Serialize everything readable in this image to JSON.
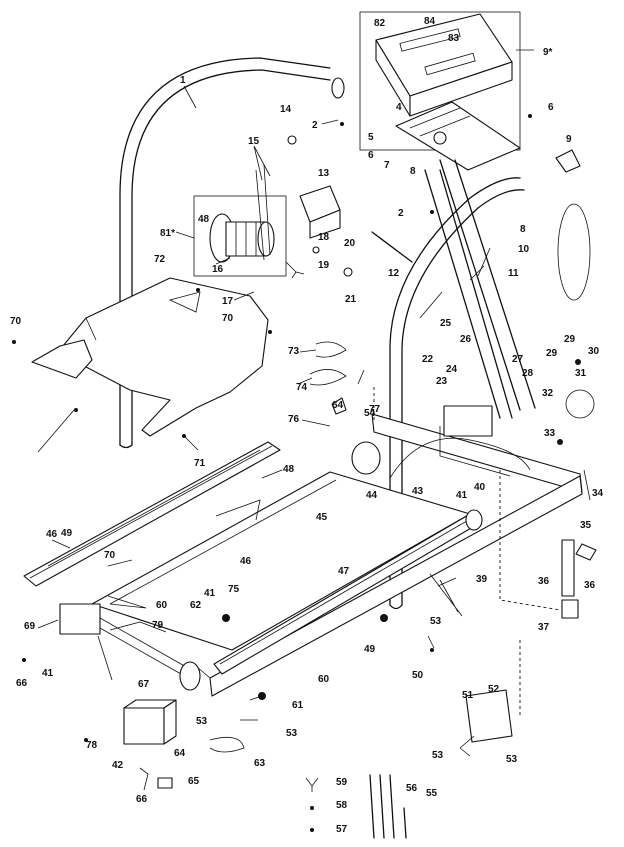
{
  "diagram": {
    "callouts": [
      "1",
      "2",
      "2",
      "4",
      "5",
      "6",
      "6",
      "7",
      "8",
      "8",
      "9",
      "9*",
      "10",
      "11",
      "12",
      "13",
      "14",
      "15",
      "16",
      "17",
      "18",
      "19",
      "20",
      "21",
      "22",
      "23",
      "24",
      "25",
      "26",
      "27",
      "28",
      "29",
      "29",
      "30",
      "31",
      "32",
      "33",
      "34",
      "35",
      "36",
      "36",
      "37",
      "39",
      "40",
      "41",
      "41",
      "41",
      "42",
      "43",
      "44",
      "45",
      "46",
      "46",
      "47",
      "48",
      "48",
      "49",
      "49",
      "50",
      "51",
      "52",
      "53",
      "53",
      "53",
      "53",
      "53",
      "54",
      "55",
      "56",
      "57",
      "58",
      "59",
      "60",
      "60",
      "61",
      "62",
      "63",
      "64",
      "64",
      "65",
      "66",
      "66",
      "67",
      "69",
      "70",
      "70",
      "70",
      "71",
      "72",
      "73",
      "74",
      "75",
      "76",
      "77",
      "78",
      "79",
      "81*",
      "82",
      "83",
      "84"
    ],
    "line_color": "#111111",
    "background": "#ffffff"
  }
}
